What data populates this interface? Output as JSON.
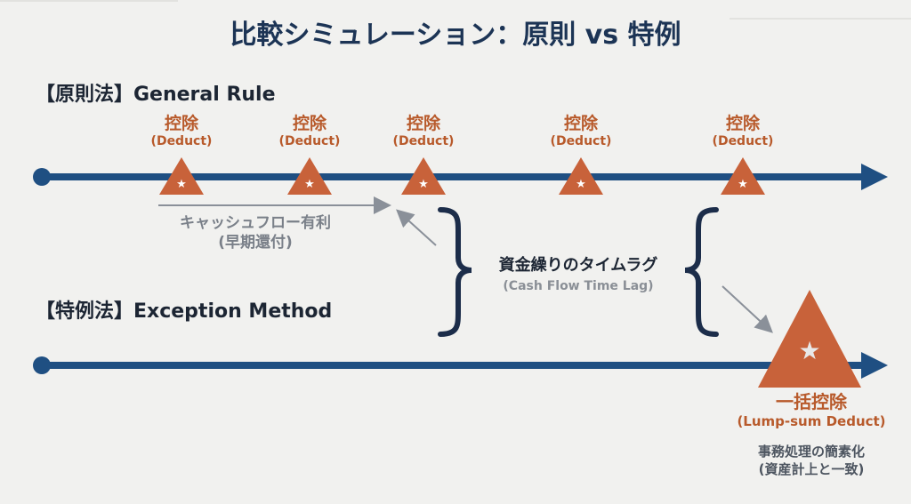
{
  "title": "比較シミュレーション：原則 vs 特例",
  "general_rule": {
    "label": "【原則法】General Rule",
    "deduct_markers": [
      {
        "jp": "控除",
        "en": "(Deduct)"
      },
      {
        "jp": "控除",
        "en": "(Deduct)"
      },
      {
        "jp": "控除",
        "en": "(Deduct)"
      },
      {
        "jp": "控除",
        "en": "(Deduct)"
      },
      {
        "jp": "控除",
        "en": "(Deduct)"
      }
    ],
    "cashflow_note": {
      "line1": "キャッシュフロー有利",
      "line2": "(早期還付)"
    }
  },
  "time_lag": {
    "jp": "資金繰りのタイムラグ",
    "en": "(Cash Flow Time Lag)"
  },
  "exception_method": {
    "label": "【特例法】Exception Method",
    "lump_sum": {
      "jp": "一括控除",
      "en": "(Lump-sum Deduct)"
    },
    "note": {
      "line1": "事務処理の簡素化",
      "line2": "(資産計上と一致)"
    }
  },
  "colors": {
    "timeline": "#1f4f82",
    "deduct": "#c8623a",
    "title": "#1c3455",
    "note_gray": "#7a8089"
  }
}
